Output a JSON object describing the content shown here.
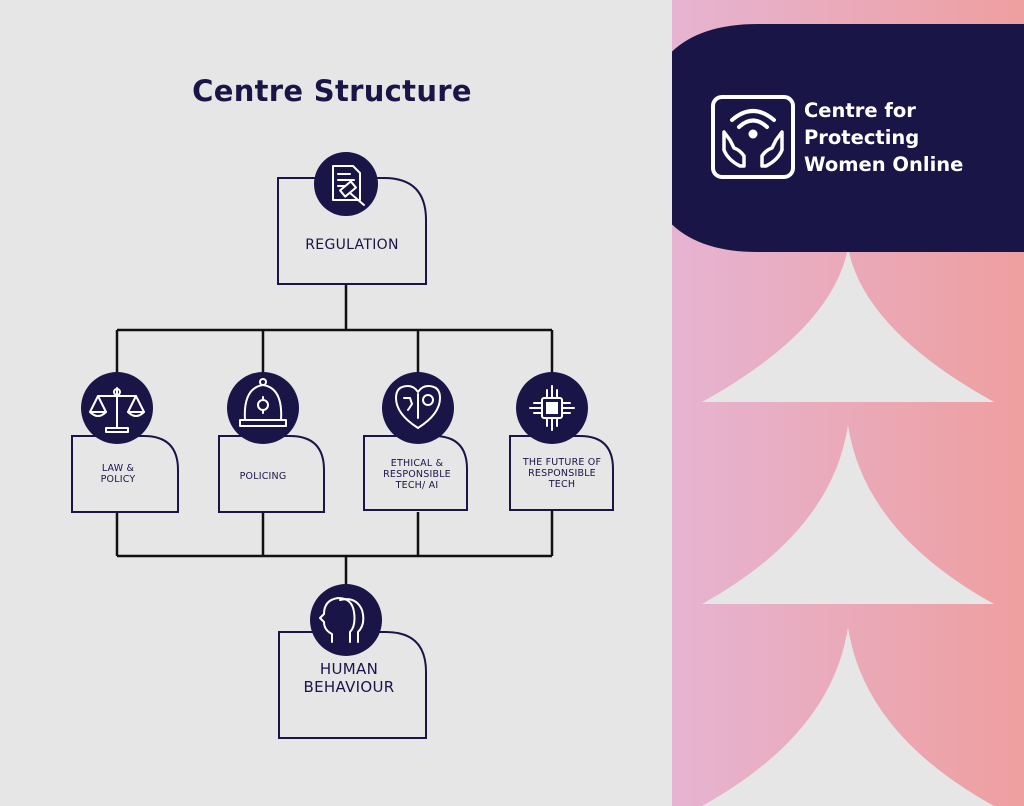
{
  "title": "Centre Structure",
  "brand": {
    "lines": [
      "Centre for",
      "Protecting",
      "Women Online"
    ],
    "logo_icon": "wifi-hands-icon"
  },
  "nodes": {
    "regulation": {
      "label": "REGULATION",
      "icon": "document-gavel-icon"
    },
    "law_policy": {
      "label": "LAW &\nPOLICY",
      "icon": "scales-icon"
    },
    "policing": {
      "label": "POLICING",
      "icon": "police-helmet-icon"
    },
    "ethical_tech": {
      "label": "ETHICAL &\nRESPONSIBLE\nTECH/ AI",
      "icon": "brain-gear-icon"
    },
    "future_tech": {
      "label": "THE FUTURE OF\nRESPONSIBLE\nTECH",
      "icon": "microchip-icon"
    },
    "human_behaviour": {
      "label": "HUMAN\nBEHAVIOUR",
      "icon": "two-heads-icon"
    }
  },
  "colors": {
    "navy": "#1a1547",
    "background": "#e6e6e6",
    "pink": "#e6b4d2",
    "coral": "#ee9f9f"
  }
}
